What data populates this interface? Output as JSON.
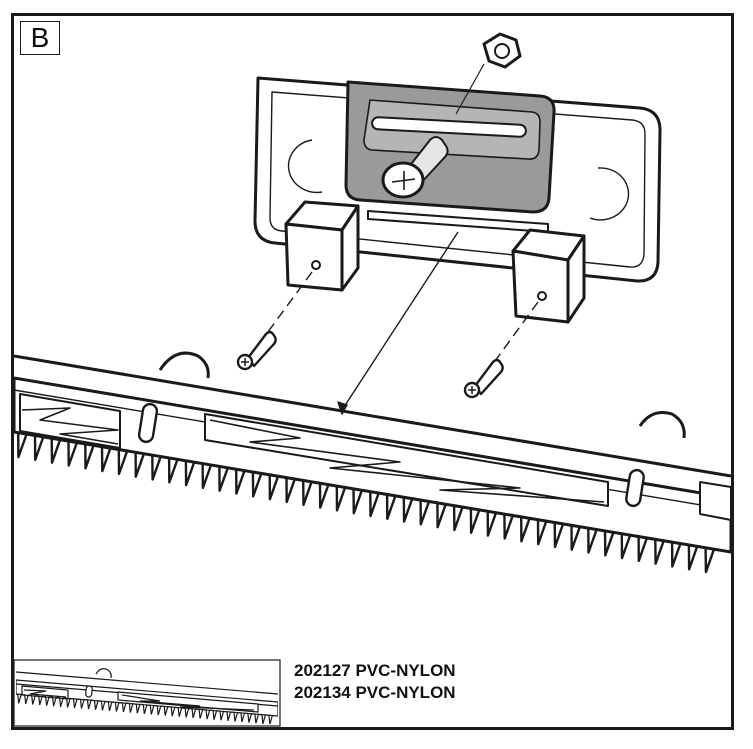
{
  "panel": {
    "label": "B"
  },
  "product_codes": [
    "202127 PVC-NYLON",
    "202134 PVC-NYLON"
  ],
  "colors": {
    "ink": "#1a1a1a",
    "plate": "#9a9a9a",
    "paper": "#ffffff"
  },
  "icons": [
    "hex-nut-icon",
    "bolt-icon",
    "screw-icon"
  ]
}
